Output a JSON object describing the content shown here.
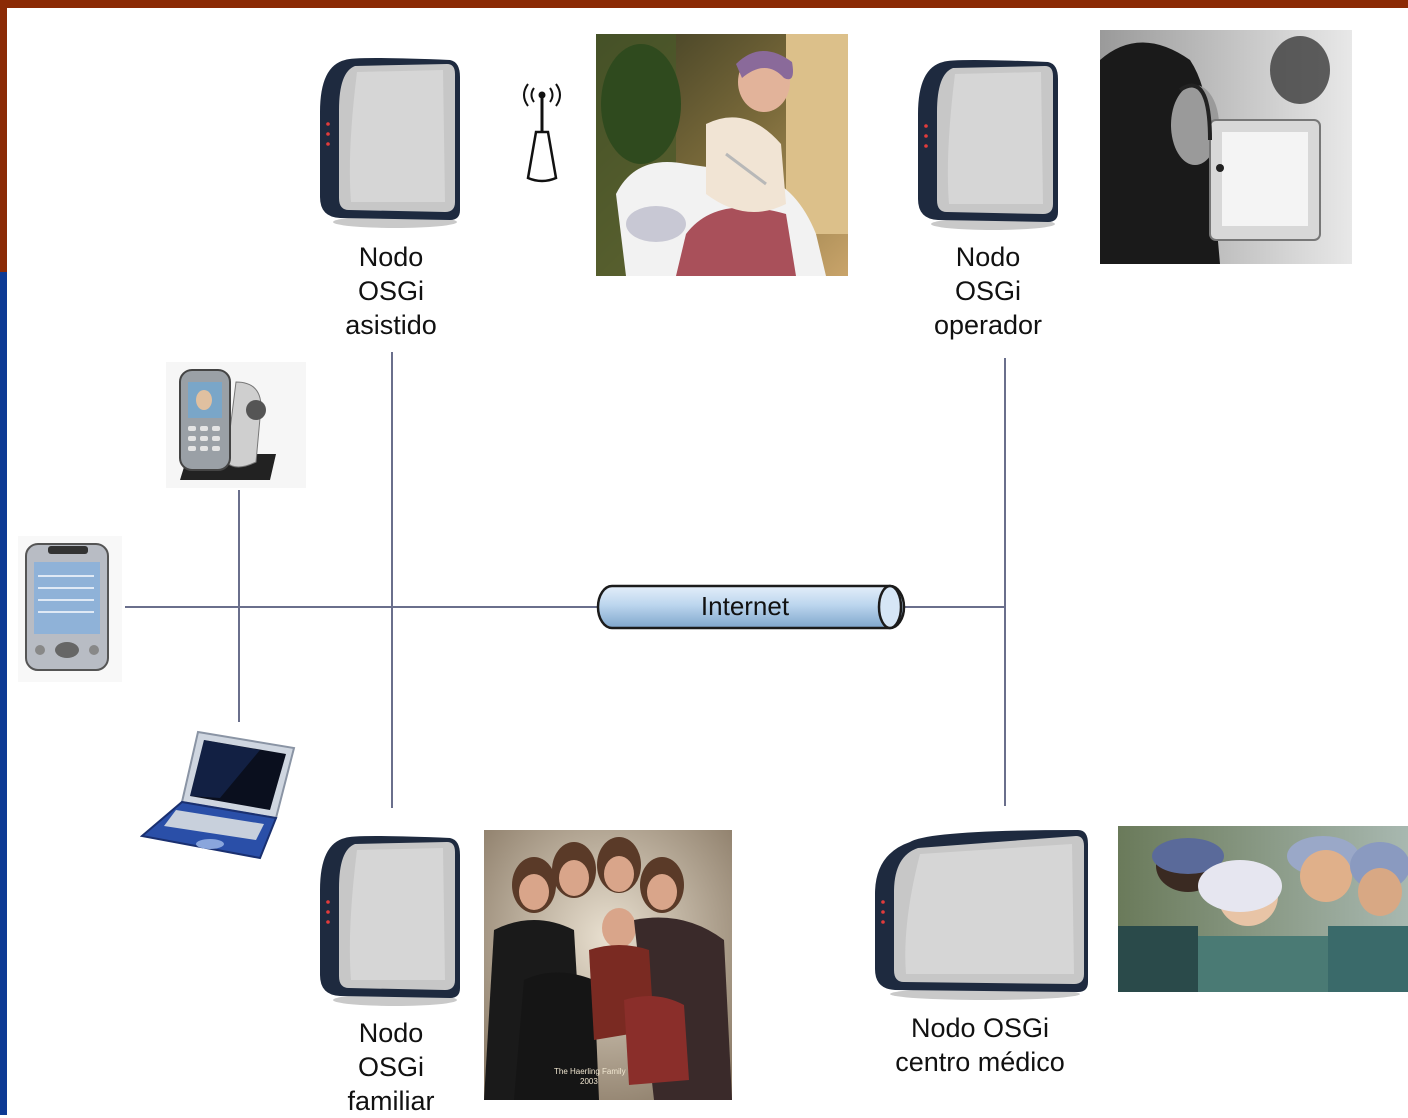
{
  "network": {
    "cloud_label": "Internet"
  },
  "nodes": {
    "asistido": "Nodo\nOSGi\nasistido",
    "operador": "Nodo\nOSGi\noperador",
    "familiar": "Nodo\nOSGi\nfamiliar",
    "medico": "Nodo OSGi\ncentro médico"
  },
  "photos": {
    "family_caption": "The Haerling Family\n2003"
  },
  "colors": {
    "frame_top": "#8b2a05",
    "frame_left": "#0d3a94",
    "line": "#6a6f8c",
    "tube_fill": "#bcd6ee"
  }
}
